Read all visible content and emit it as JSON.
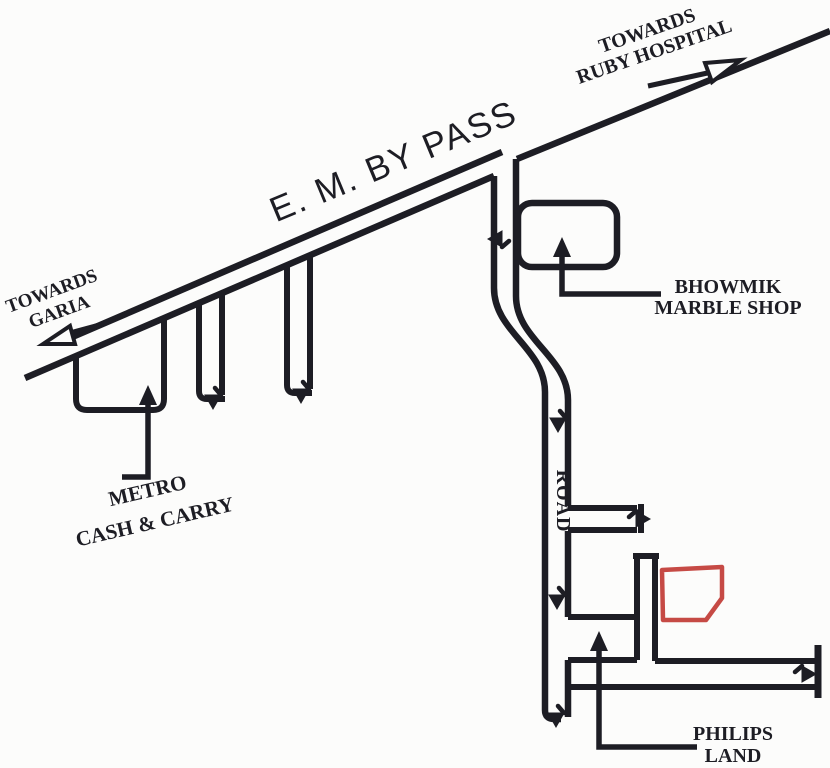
{
  "map": {
    "type": "hand-drawn location sketch map",
    "ink_color": "#1d1d24",
    "plot_outline_color": "#c64a45",
    "background_color": "#fcfcfb",
    "labels": {
      "bypass": "E. M. BY PASS",
      "towards_ruby_line1": "TOWARDS",
      "towards_ruby_line2": "RUBY HOSPITAL",
      "towards_garia_line1": "TOWARDS",
      "towards_garia_line2": "GARIA",
      "metro_line1": "METRO",
      "metro_line2": "CASH & CARRY",
      "bhowmik_line1": "BHOWMIK",
      "bhowmik_line2": "MARBLE SHOP",
      "road": "ROAD",
      "philips_line1": "PHILIPS",
      "philips_line2": "LAND"
    },
    "icons": {
      "direction_marker": "small filled arrow",
      "towards_arrows": "hollow outline arrow",
      "callout_arrows": "filled triangle arrow"
    }
  }
}
